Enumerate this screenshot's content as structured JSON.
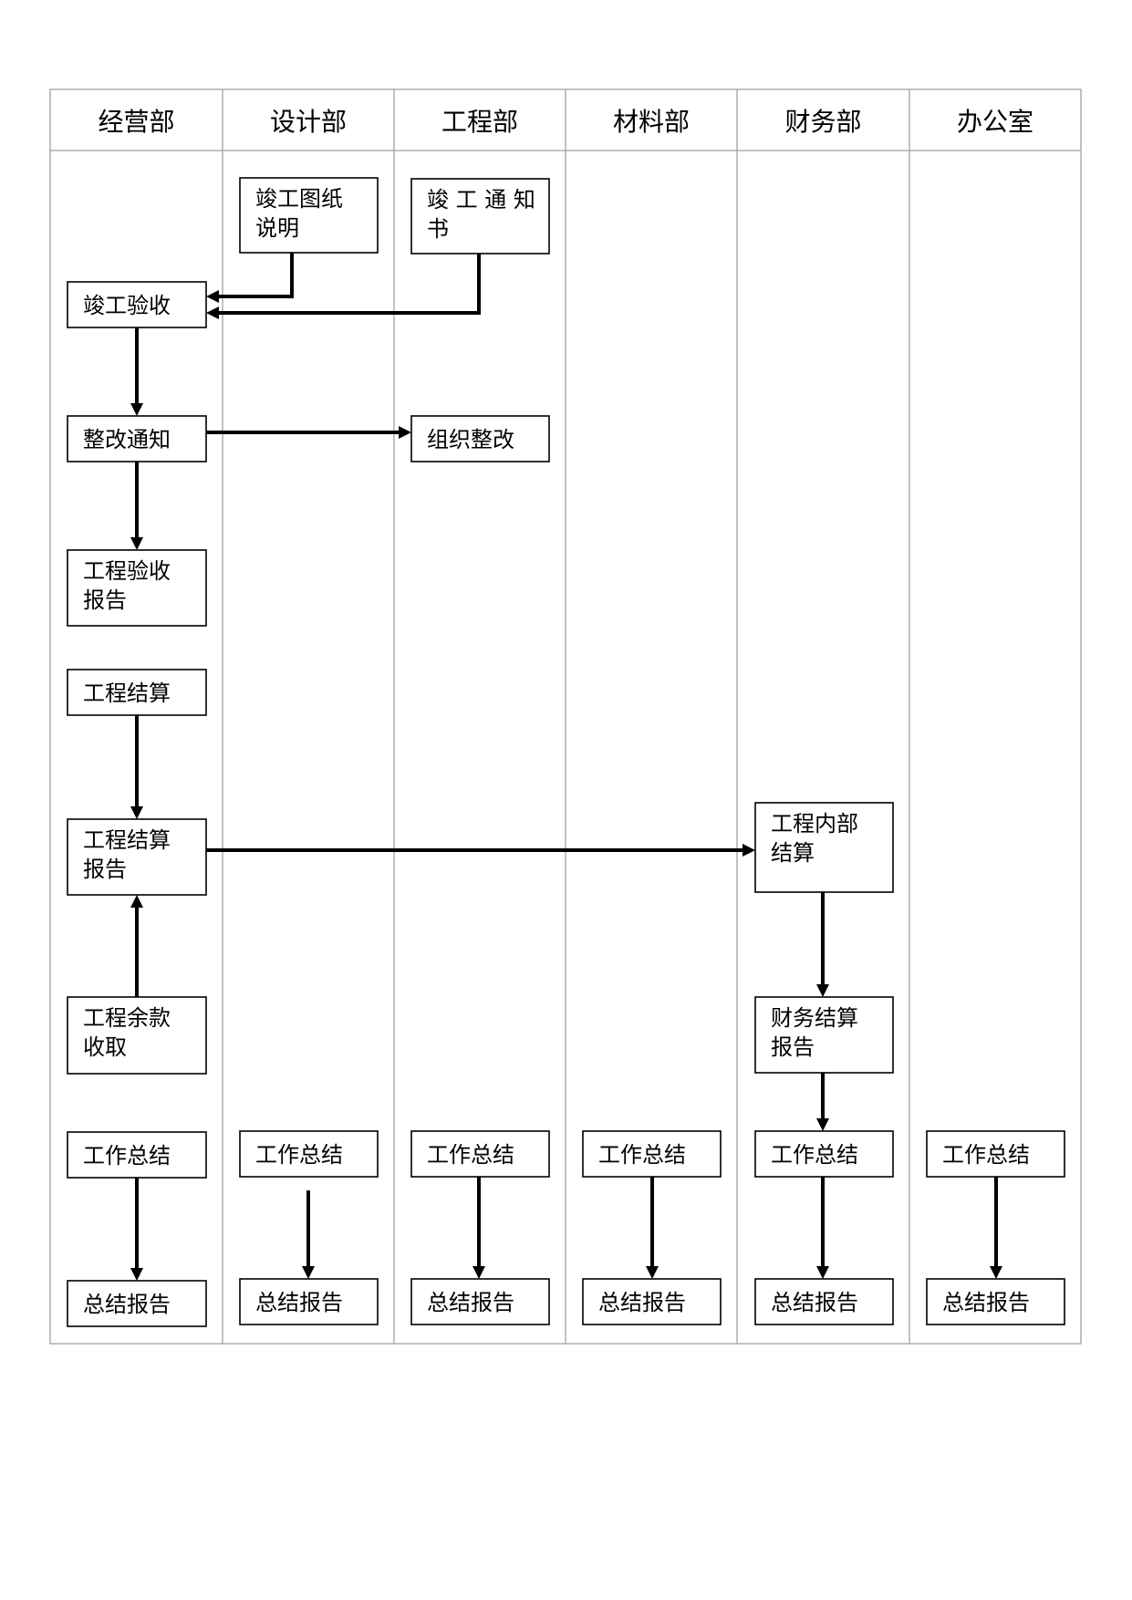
{
  "lanes": [
    {
      "id": "jingying",
      "label": "经营部"
    },
    {
      "id": "sheji",
      "label": "设计部"
    },
    {
      "id": "gongcheng",
      "label": "工程部"
    },
    {
      "id": "cailiao",
      "label": "材料部"
    },
    {
      "id": "caiwu",
      "label": "财务部"
    },
    {
      "id": "bangongshi",
      "label": "办公室"
    }
  ],
  "nodes": [
    {
      "id": "jg_tuzhi",
      "lane": "sheji",
      "lines": [
        "竣工图纸",
        "说明"
      ]
    },
    {
      "id": "jg_tongzhishu",
      "lane": "gongcheng",
      "lines": [
        "竣 工 通 知",
        "书"
      ]
    },
    {
      "id": "jg_yanshou",
      "lane": "jingying",
      "lines": [
        "竣工验收"
      ]
    },
    {
      "id": "zhenggai_tongzhi",
      "lane": "jingying",
      "lines": [
        "整改通知"
      ]
    },
    {
      "id": "zuzhi_zhenggai",
      "lane": "gongcheng",
      "lines": [
        "组织整改"
      ]
    },
    {
      "id": "gc_yanshou_baogao",
      "lane": "jingying",
      "lines": [
        "工程验收",
        "报告"
      ]
    },
    {
      "id": "gc_jiesuan",
      "lane": "jingying",
      "lines": [
        "工程结算"
      ]
    },
    {
      "id": "gc_jiesuan_baogao",
      "lane": "jingying",
      "lines": [
        "工程结算",
        "报告"
      ]
    },
    {
      "id": "gc_neibu_jiesuan",
      "lane": "caiwu",
      "lines": [
        "工程内部",
        "结算"
      ]
    },
    {
      "id": "gc_yukuan",
      "lane": "jingying",
      "lines": [
        "工程余款",
        "收取"
      ]
    },
    {
      "id": "cw_jiesuan_baogao",
      "lane": "caiwu",
      "lines": [
        "财务结算",
        "报告"
      ]
    },
    {
      "id": "zongjie_jingying",
      "lane": "jingying",
      "lines": [
        "工作总结"
      ]
    },
    {
      "id": "zongjie_sheji",
      "lane": "sheji",
      "lines": [
        "工作总结"
      ]
    },
    {
      "id": "zongjie_gongcheng",
      "lane": "gongcheng",
      "lines": [
        "工作总结"
      ]
    },
    {
      "id": "zongjie_cailiao",
      "lane": "cailiao",
      "lines": [
        "工作总结"
      ]
    },
    {
      "id": "zongjie_caiwu",
      "lane": "caiwu",
      "lines": [
        "工作总结"
      ]
    },
    {
      "id": "zongjie_bangongshi",
      "lane": "bangongshi",
      "lines": [
        "工作总结"
      ]
    },
    {
      "id": "baogao_jingying",
      "lane": "jingying",
      "lines": [
        "总结报告"
      ]
    },
    {
      "id": "baogao_sheji",
      "lane": "sheji",
      "lines": [
        "总结报告"
      ]
    },
    {
      "id": "baogao_gongcheng",
      "lane": "gongcheng",
      "lines": [
        "总结报告"
      ]
    },
    {
      "id": "baogao_cailiao",
      "lane": "cailiao",
      "lines": [
        "总结报告"
      ]
    },
    {
      "id": "baogao_caiwu",
      "lane": "caiwu",
      "lines": [
        "总结报告"
      ]
    },
    {
      "id": "baogao_bangongshi",
      "lane": "bangongshi",
      "lines": [
        "总结报告"
      ]
    }
  ],
  "edges": [
    {
      "from": "jg_tuzhi",
      "to": "jg_yanshou"
    },
    {
      "from": "jg_tongzhishu",
      "to": "jg_yanshou"
    },
    {
      "from": "jg_yanshou",
      "to": "zhenggai_tongzhi"
    },
    {
      "from": "zhenggai_tongzhi",
      "to": "zuzhi_zhenggai"
    },
    {
      "from": "zhenggai_tongzhi",
      "to": "gc_yanshou_baogao"
    },
    {
      "from": "gc_jiesuan",
      "to": "gc_jiesuan_baogao"
    },
    {
      "from": "gc_jiesuan_baogao",
      "to": "gc_neibu_jiesuan"
    },
    {
      "from": "gc_yukuan",
      "to": "gc_jiesuan_baogao"
    },
    {
      "from": "gc_neibu_jiesuan",
      "to": "cw_jiesuan_baogao"
    },
    {
      "from": "cw_jiesuan_baogao",
      "to": "zongjie_caiwu"
    },
    {
      "from": "zongjie_jingying",
      "to": "baogao_jingying"
    },
    {
      "from": "zongjie_sheji",
      "to": "baogao_sheji"
    },
    {
      "from": "zongjie_gongcheng",
      "to": "baogao_gongcheng"
    },
    {
      "from": "zongjie_cailiao",
      "to": "baogao_cailiao"
    },
    {
      "from": "zongjie_caiwu",
      "to": "baogao_caiwu"
    },
    {
      "from": "zongjie_bangongshi",
      "to": "baogao_bangongshi"
    }
  ]
}
